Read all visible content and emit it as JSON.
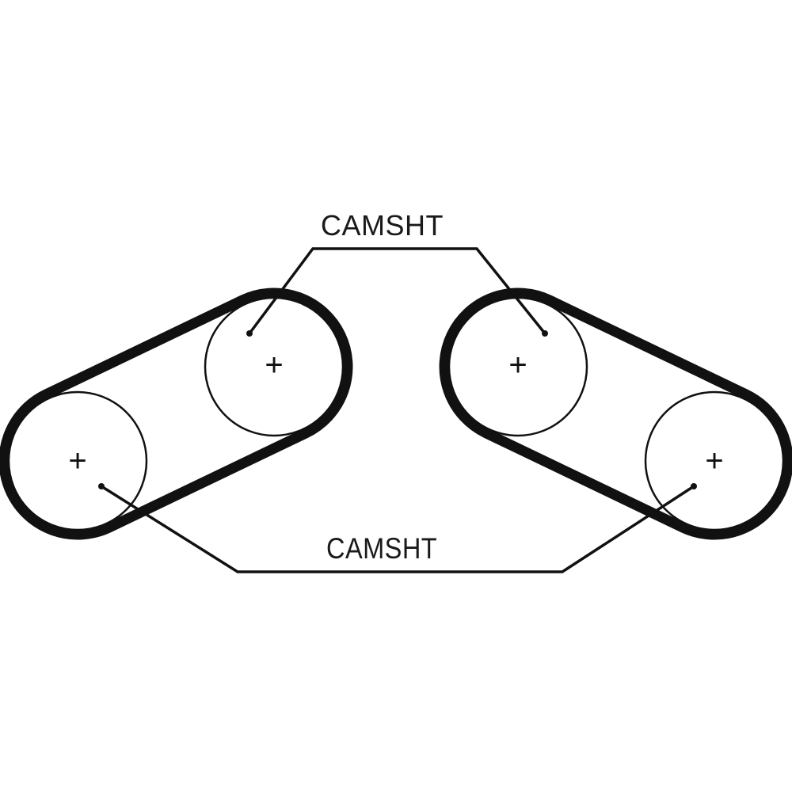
{
  "diagram": {
    "title": "Timing belt routing",
    "labels": {
      "top": "CAMSHT",
      "bottom": "CAMSHT"
    },
    "colors": {
      "belt": "#111111",
      "pulley": "#111111",
      "leader": "#111111",
      "background": "#ffffff"
    },
    "belts": [
      {
        "id": "left-belt",
        "pulleys": [
          "upper-left-pulley",
          "lower-left-pulley"
        ]
      },
      {
        "id": "right-belt",
        "pulleys": [
          "upper-right-pulley",
          "lower-right-pulley"
        ]
      }
    ],
    "pulleys": [
      {
        "id": "upper-left-pulley",
        "center_mark": "+"
      },
      {
        "id": "lower-left-pulley",
        "center_mark": "+"
      },
      {
        "id": "upper-right-pulley",
        "center_mark": "+"
      },
      {
        "id": "lower-right-pulley",
        "center_mark": "+"
      }
    ]
  }
}
